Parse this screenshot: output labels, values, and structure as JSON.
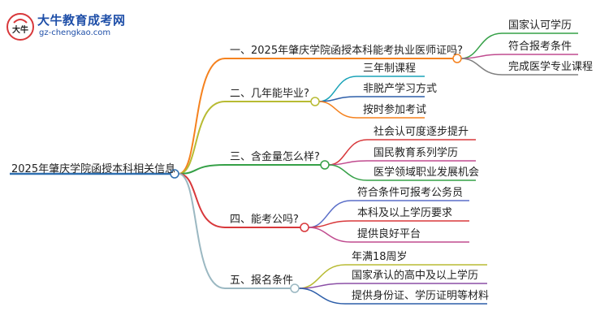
{
  "logo": {
    "title": "大牛教育成考网",
    "url": "gz-chengkao.com",
    "badge_text": "大牛"
  },
  "colors": {
    "root": "#2e6fb0",
    "b1": "#f5821f",
    "b2": "#b8bb33",
    "b3": "#35a047",
    "b4": "#d8383b",
    "b5": "#9bb8c2",
    "leaf1": [
      "#35a047",
      "#c04b8f",
      "#808080"
    ],
    "leaf2": [
      "#1aa3b8",
      "#2d5ea9",
      "#f5821f"
    ],
    "leaf3": [
      "#d8383b",
      "#c04b8f",
      "#35a047"
    ],
    "leaf4": [
      "#5a6ec8",
      "#d8383b",
      "#c04b8f"
    ],
    "leaf5": [
      "#b8bb33",
      "#8b4fa6",
      "#2d5ea9"
    ]
  },
  "root": {
    "label": "2025年肇庆学院函授本科相关信息"
  },
  "branches": [
    {
      "label": "一、2025年肇庆学院函授本科能考执业医师证吗?",
      "children": [
        "国家认可学历",
        "符合报考条件",
        "完成医学专业课程"
      ]
    },
    {
      "label": "二、几年能毕业?",
      "children": [
        "三年制课程",
        "非脱产学习方式",
        "按时参加考试"
      ]
    },
    {
      "label": "三、含金量怎么样?",
      "children": [
        "社会认可度逐步提升",
        "国民教育系列学历",
        "医学领域职业发展机会"
      ]
    },
    {
      "label": "四、能考公吗?",
      "children": [
        "符合条件可报考公务员",
        "本科及以上学历要求",
        "提供良好平台"
      ]
    },
    {
      "label": "五、报名条件",
      "children": [
        "年满18周岁",
        "国家承认的高中及以上学历",
        "提供身份证、学历证明等材料"
      ]
    }
  ]
}
